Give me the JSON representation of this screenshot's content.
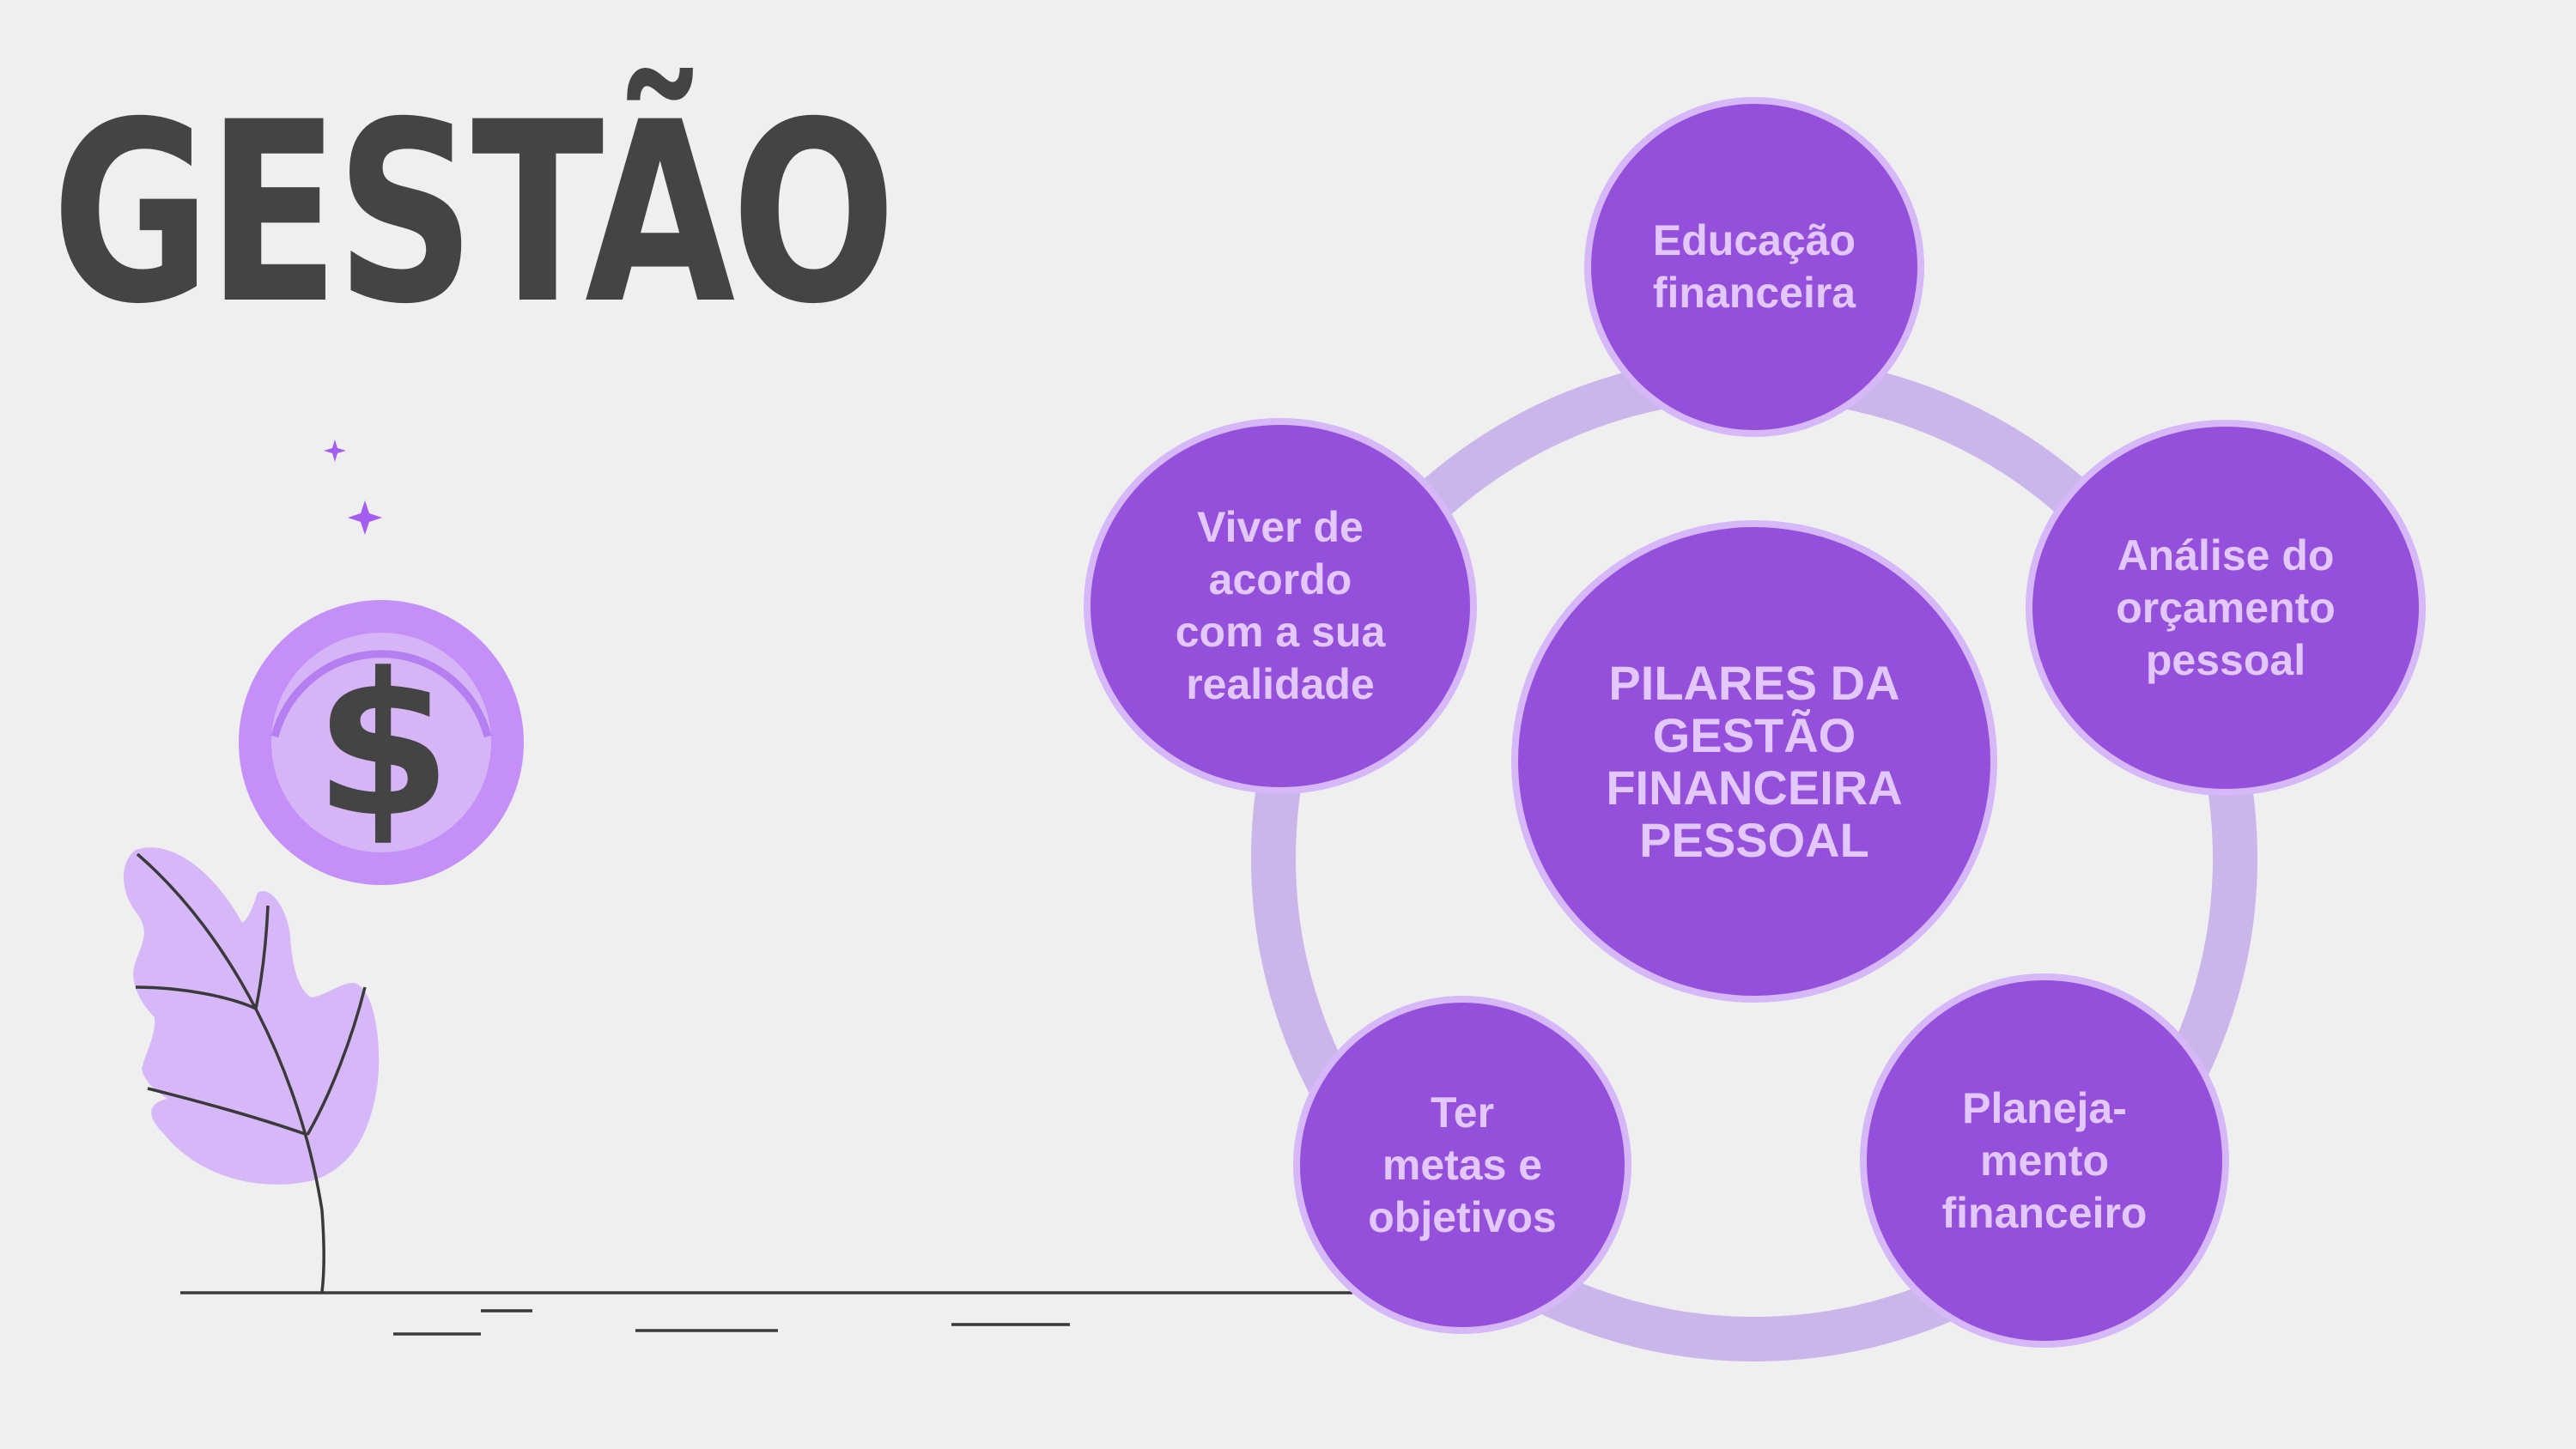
{
  "title": "GESTÃO",
  "diagram": {
    "center": "PILARES DA\nGESTÃO\nFINANCEIRA\nPESSOAL",
    "nodes": [
      "Educação\nfinanceira",
      "Análise do\norçamento\npessoal",
      "Planeja-\nmento\nfinanceiro",
      "Ter\nmetas e\nobjetivos",
      "Viver de\nacordo\ncom a sua\nrealidade"
    ]
  },
  "illustration": {
    "coin_symbol": "$",
    "icons": [
      "sparkle-icon",
      "coin-icon",
      "leaf-icon"
    ]
  },
  "colors": {
    "node_fill": "#944fdb",
    "node_ring": "#d6b7f7",
    "node_text": "#e3c8ff",
    "connector": "#cbb6eb",
    "coin_outer": "#c48ff7",
    "coin_inner": "#d6b5f7",
    "leaf": "#d6b8f9",
    "title": "#444444"
  }
}
